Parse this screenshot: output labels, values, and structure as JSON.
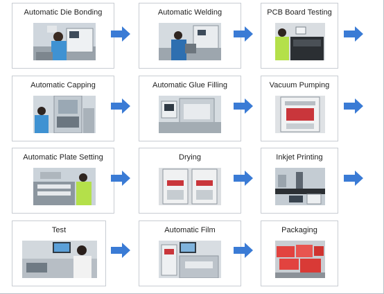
{
  "steps": [
    {
      "title": "Automatic Die Bonding"
    },
    {
      "title": "Automatic Welding"
    },
    {
      "title": "PCB Board Testing"
    },
    {
      "title": "Automatic Capping"
    },
    {
      "title": "Automatic Glue Filling"
    },
    {
      "title": "Vacuum Pumping"
    },
    {
      "title": "Automatic Plate Setting"
    },
    {
      "title": "Drying"
    },
    {
      "title": "Inkjet Printing"
    },
    {
      "title": "Test"
    },
    {
      "title": "Automatic Film"
    },
    {
      "title": "Packaging"
    }
  ],
  "colors": {
    "arrow": "#3a7bd5",
    "card_border": "#c8ccd2"
  }
}
